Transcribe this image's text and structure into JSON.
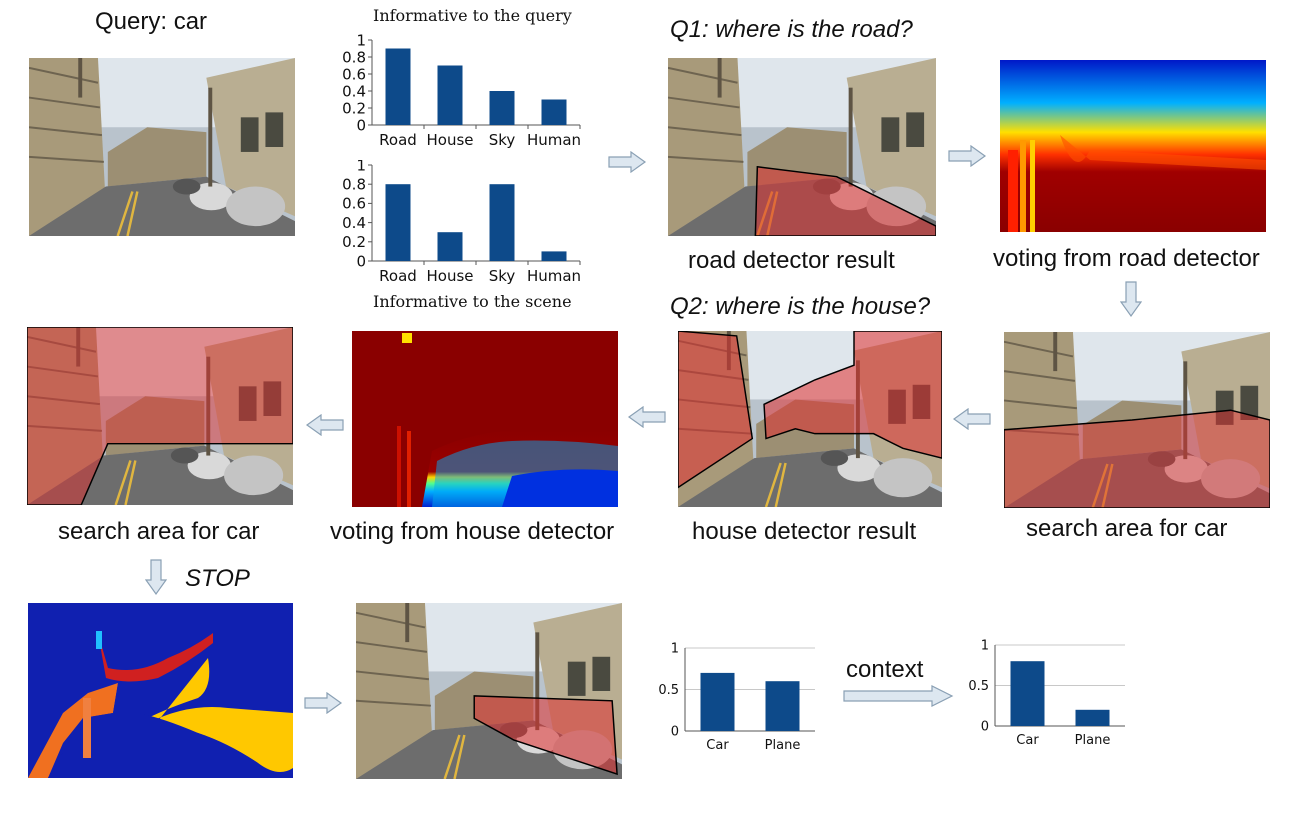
{
  "labels": {
    "query": "Query: car",
    "q1": "Q1: where is the road?",
    "q2": "Q2: where is the house?",
    "road_result": "road detector result",
    "road_voting": "voting from road detector",
    "search_right": "search area for car",
    "house_result": "house detector result",
    "house_voting": "voting from house detector",
    "search_left": "search area for car",
    "stop": "STOP",
    "context": "context"
  },
  "colors": {
    "bar": "#0d4a8a",
    "arrow_fill": "#dde7f0",
    "arrow_stroke": "#8aa0b4",
    "overlay": "#e03030"
  },
  "chart_data": [
    {
      "type": "bar",
      "title": "Informative to the query",
      "categories": [
        "Road",
        "House",
        "Sky",
        "Human"
      ],
      "values": [
        0.9,
        0.7,
        0.4,
        0.3
      ],
      "ylim": [
        0,
        1
      ],
      "yticks": [
        "0",
        "0.2",
        "0.4",
        "0.6",
        "0.8",
        "1"
      ],
      "grid": false
    },
    {
      "type": "bar",
      "title": "Informative to the scene",
      "categories": [
        "Road",
        "House",
        "Sky",
        "Human"
      ],
      "values": [
        0.8,
        0.3,
        0.8,
        0.1
      ],
      "ylim": [
        0,
        1
      ],
      "yticks": [
        "0",
        "0.2",
        "0.4",
        "0.6",
        "0.8",
        "1"
      ],
      "grid": false
    },
    {
      "type": "bar",
      "title": "",
      "categories": [
        "Car",
        "Plane"
      ],
      "values": [
        0.7,
        0.6
      ],
      "ylim": [
        0,
        1
      ],
      "yticks": [
        "0",
        "0.5",
        "1"
      ],
      "grid": true
    },
    {
      "type": "bar",
      "title": "",
      "categories": [
        "Car",
        "Plane"
      ],
      "values": [
        0.8,
        0.2
      ],
      "ylim": [
        0,
        1
      ],
      "yticks": [
        "0",
        "0.5",
        "1"
      ],
      "grid": true
    }
  ]
}
